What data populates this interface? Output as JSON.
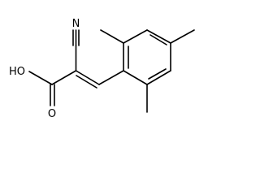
{
  "molecule": {
    "atoms": {
      "nitrile_n": "N",
      "hydroxyl": "HO",
      "carbonyl_o": "O"
    },
    "colors": {
      "bond": "#000000",
      "label": "#000000",
      "background": "#ffffff"
    }
  }
}
